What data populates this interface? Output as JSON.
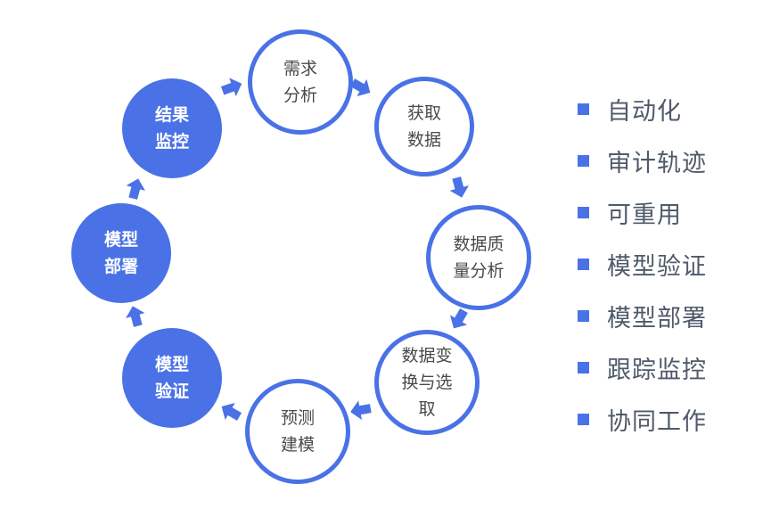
{
  "colors": {
    "accent": "#4a72e6",
    "outline_text": "#4a4a4a",
    "legend_text": "#4f5a6a"
  },
  "cycle": {
    "nodes": [
      {
        "id": "requirement-analysis",
        "label": "需求\n分析",
        "style": "outline"
      },
      {
        "id": "data-acquisition",
        "label": "获取\n数据",
        "style": "outline"
      },
      {
        "id": "data-quality-analysis",
        "label": "数据质\n量分析",
        "style": "outline"
      },
      {
        "id": "data-transform-selection",
        "label": "数据变\n换与选\n取",
        "style": "outline"
      },
      {
        "id": "predictive-modeling",
        "label": "预测\n建模",
        "style": "outline"
      },
      {
        "id": "model-validation",
        "label": "模型\n验证",
        "style": "filled"
      },
      {
        "id": "model-deployment",
        "label": "模型\n部署",
        "style": "filled"
      },
      {
        "id": "result-monitoring",
        "label": "结果\n监控",
        "style": "filled"
      }
    ]
  },
  "legend": {
    "items": [
      "自动化",
      "审计轨迹",
      "可重用",
      "模型验证",
      "模型部署",
      "跟踪监控",
      "协同工作"
    ]
  }
}
